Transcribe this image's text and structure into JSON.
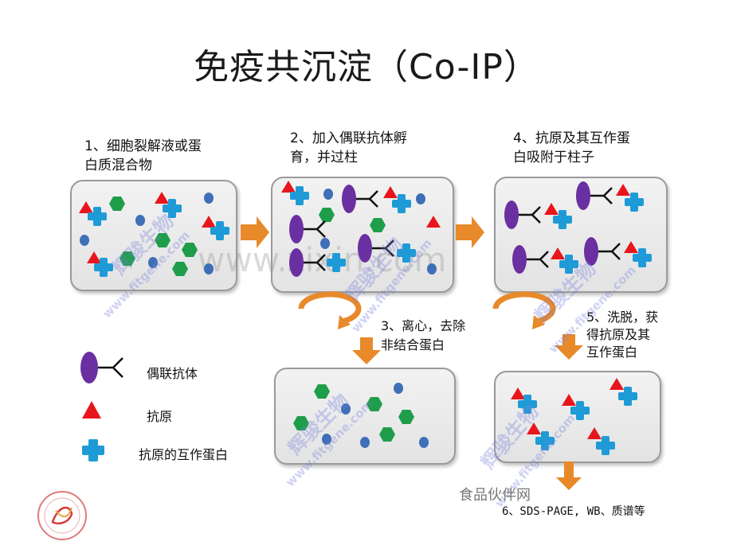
{
  "title": "免疫共沉淀（Co-IP）",
  "steps": {
    "s1": [
      "1、细胞裂解液或蛋",
      "白质混合物"
    ],
    "s2": [
      "2、加入偶联抗体孵",
      "育，并过柱"
    ],
    "s3": [
      "3、离心，去除",
      "非结合蛋白"
    ],
    "s4": [
      "4、抗原及其互作蛋",
      "白吸附于柱子"
    ],
    "s5": [
      "5、洗脱，获",
      "得抗原及其",
      "互作蛋白"
    ],
    "s6": "6、SDS-PAGE, WB、质谱等"
  },
  "legend": {
    "antibody": "偶联抗体",
    "antigen": "抗原",
    "partner": "抗原的互作蛋白"
  },
  "watermark": {
    "brand": "辉骏生物",
    "site": "www.fitgene.com",
    "center": "www.zixin.com",
    "food": "食品伙伴网"
  },
  "colors": {
    "antibody_body": "#6a2fa0",
    "antigen": "#e8161c",
    "partner": "#1e9bd7",
    "hexagon": "#1e9e4a",
    "small_circle": "#3f6fb6",
    "arrow": "#e8892a"
  }
}
